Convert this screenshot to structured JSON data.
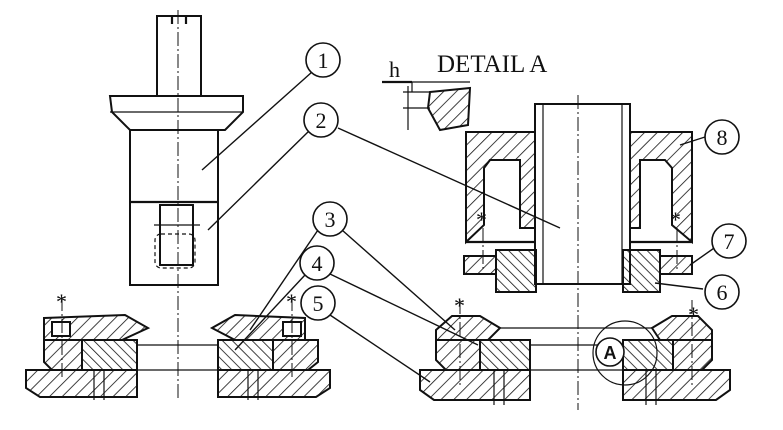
{
  "detail": {
    "title": "DETAIL A",
    "dim_label": "h",
    "view_marker": "A"
  },
  "callouts": [
    "1",
    "2",
    "3",
    "4",
    "5",
    "6",
    "7",
    "8"
  ]
}
